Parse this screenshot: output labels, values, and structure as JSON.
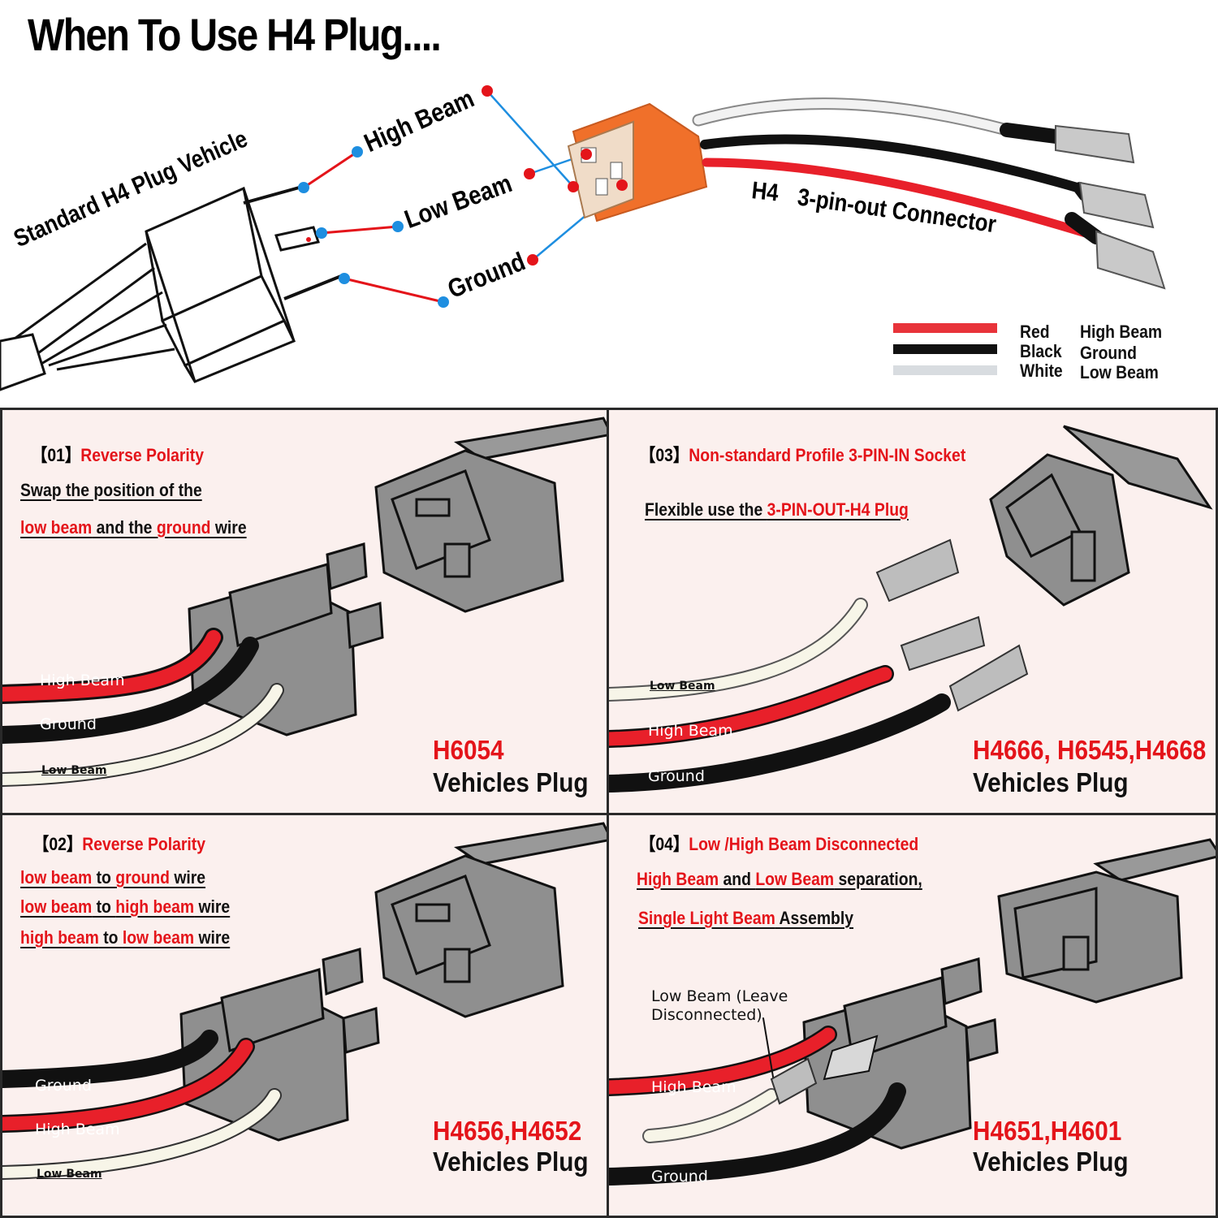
{
  "title": "When To Use H4 Plug....",
  "top": {
    "vehicle_label": "Standard H4 Plug Vehicle",
    "high_beam": "High Beam",
    "low_beam": "Low Beam",
    "ground": "Ground",
    "connector_prefix": "H4",
    "connector_label": "3-pin-out Connector",
    "legend": [
      {
        "color_name": "Red",
        "function": "High Beam",
        "swatch": "#e8333a"
      },
      {
        "color_name": "Black",
        "function": "Ground",
        "swatch": "#111111"
      },
      {
        "color_name": "White",
        "function": "Low Beam",
        "swatch": "#d8dce0"
      }
    ]
  },
  "colors": {
    "accent_red": "#e4141a",
    "dot_blue": "#1e8ee0",
    "connector_orange": "#f0702a",
    "panel_bg": "#fbf0ee",
    "wire_red": "#e8202a",
    "wire_black": "#1a1a1a",
    "wire_white": "#f7f5e8"
  },
  "panels": {
    "p01": {
      "number": "【01】",
      "title": "Reverse Polarity",
      "line1": "Swap the position of the",
      "line2_a": "low beam",
      "line2_b": " and the ",
      "line2_c": "ground",
      "line2_d": " wire",
      "wire_high": "High Beam",
      "wire_ground": "Ground",
      "wire_low": "Low Beam",
      "model": "H6054",
      "plug": "Vehicles Plug"
    },
    "p02": {
      "number": "【02】",
      "title": "Reverse Polarity",
      "l1_a": "low beam ",
      "l1_b": " to ",
      "l1_c": "ground",
      "l1_d": " wire",
      "l2_a": "low beam",
      "l2_b": " to ",
      "l2_c": "high beam",
      "l2_d": " wire",
      "l3_a": "high beam",
      "l3_b": " to ",
      "l3_c": "low beam",
      "l3_d": " wire",
      "wire_ground": "Ground",
      "wire_high": "High Beam",
      "wire_low": "Low Beam",
      "model": "H4656,H4652",
      "plug": "Vehicles Plug"
    },
    "p03": {
      "number": "【03】",
      "title": "Non-standard Profile 3-PIN-IN Socket",
      "line_a": "Flexible use the ",
      "line_b": "3-PIN-OUT-H4 Plug",
      "wire_low": "Low Beam",
      "wire_high": "High Beam",
      "wire_ground": "Ground",
      "model": "H4666, H6545,H4668",
      "plug": "Vehicles Plug"
    },
    "p04": {
      "number": "【04】",
      "title": "Low /High Beam Disconnected",
      "l1_a": "High Beam",
      "l1_b": " and ",
      "l1_c": "Low Beam",
      "l1_d": " separation,",
      "l2_a": "Single Light Beam",
      "l2_b": " Assembly",
      "note": "Low Beam (Leave",
      "note2": "Disconnected)",
      "wire_high": "High Beam",
      "wire_ground": "Ground",
      "model": "H4651,H4601",
      "plug": "Vehicles Plug"
    }
  }
}
